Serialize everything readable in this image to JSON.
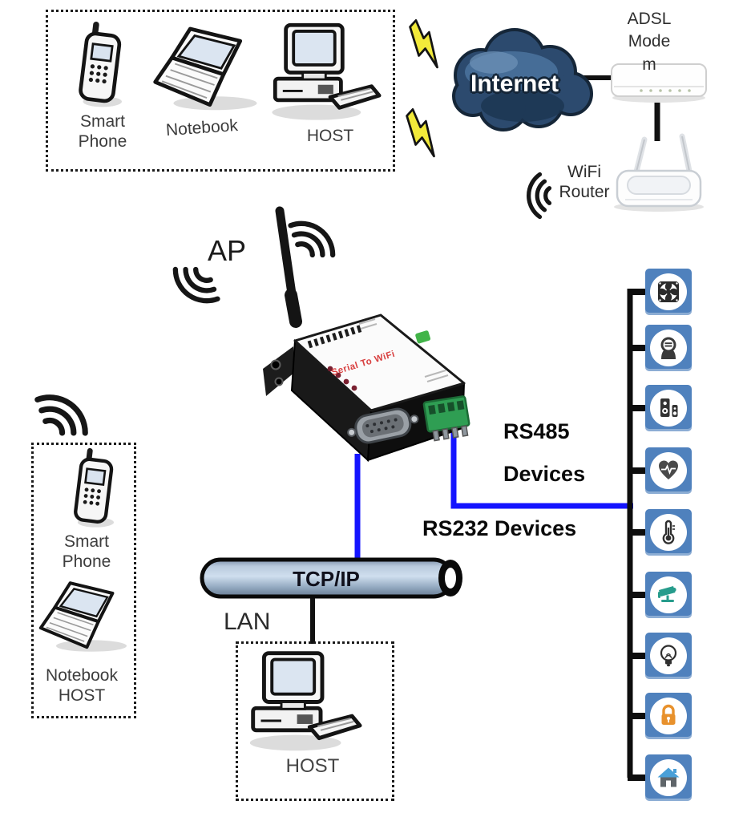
{
  "wifi_clients_box": {
    "smart_phone": "Smart\nPhone",
    "notebook": "Notebook",
    "host": "HOST"
  },
  "internet_cloud": {
    "label": "Internet"
  },
  "adsl_modem": {
    "label": "ADSL\nMode\nm"
  },
  "wifi_router": {
    "label": "WiFi\nRouter"
  },
  "access_point": {
    "label": "AP",
    "device_marking": "Serial To WiFi"
  },
  "station_clients_box": {
    "smart_phone": "Smart\nPhone",
    "notebook_host": "Notebook\nHOST"
  },
  "serial_buses": {
    "rs485": "RS485\nDevices",
    "rs232": "RS232 Devices"
  },
  "network": {
    "tcpip": "TCP/IP",
    "lan": "LAN"
  },
  "lan_host": {
    "label": "HOST"
  },
  "serial_devices": [
    "fan",
    "utility-meter",
    "audio-system",
    "heart-rate-monitor",
    "thermometer",
    "cctv-camera",
    "light-bulb",
    "door-lock",
    "smart-home"
  ],
  "colors": {
    "connector_blue": "#1414ff",
    "line_black": "#111111",
    "device_tile_blue": "#4f81bd",
    "bolt_yellow": "#f2ea3a",
    "cloud_navy": "#152638",
    "padlock_orange": "#e8912c",
    "camera_teal": "#279c8c",
    "roof_blue": "#4aa0d8",
    "marking_red": "#d84040"
  }
}
